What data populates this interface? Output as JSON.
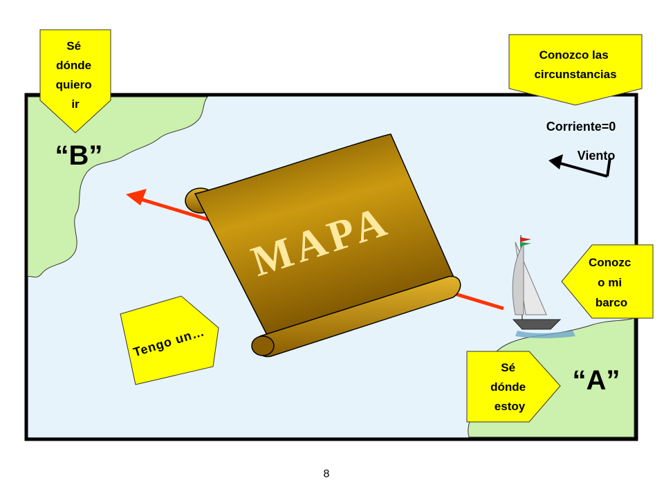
{
  "callouts": {
    "destination": [
      "Sé",
      "dónde",
      "quiero",
      "ir"
    ],
    "circumstances": [
      "Conozco las",
      "circunstancias"
    ],
    "boat": [
      "Conozc",
      "o mi",
      "barco"
    ],
    "location": [
      "Sé",
      "dónde",
      "estoy"
    ],
    "have": "Tengo un…"
  },
  "labels": {
    "point_b": "“B”",
    "point_a": "“A”",
    "current": "Corriente=0",
    "wind": "Viento",
    "map": "MAPA"
  },
  "page_number": "8",
  "colors": {
    "water": "#e6f3fb",
    "land": "#ccf0ad",
    "callout": "#ffff00",
    "arrow": "#ff3300",
    "scroll": "#b8860b",
    "map_text": "#ffe9a0"
  }
}
